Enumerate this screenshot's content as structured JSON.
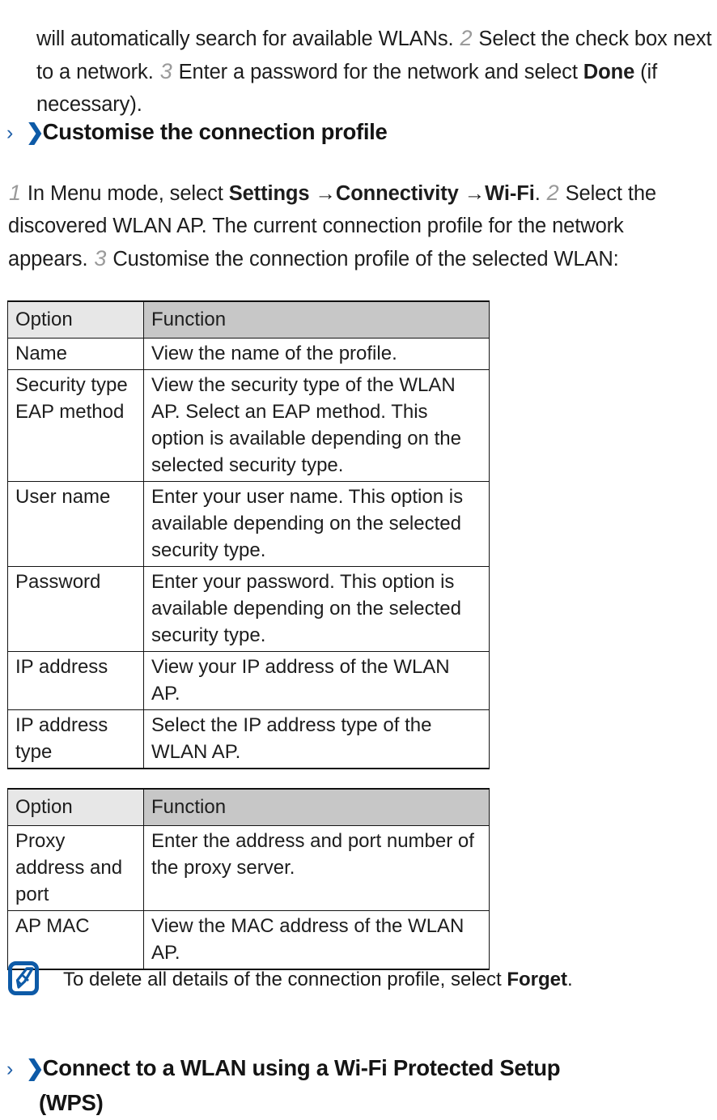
{
  "document": {
    "top_paragraph": {
      "line1_pre": "will automatically search for available WLANs. ",
      "step2": "2",
      "line1_post": " Select the check box next to a network. ",
      "step3": "3",
      "line2_post": " Enter a password for the network and select ",
      "bold_done": "Done",
      "tail": " (if necessary)."
    },
    "heading_customise": {
      "chevron_thin": "›",
      "chevron_bold": "❯",
      "text": "Customise the connection profile"
    },
    "steps_paragraph": {
      "step1": "1",
      "t1": " In Menu mode, select ",
      "b1": "Settings",
      "arrow1": " →",
      "b2": "Connectivity",
      "arrow2": " →",
      "b3": "Wi-Fi",
      "t2": ". ",
      "step2": "2",
      "t3": " Select the discovered WLAN AP. The current connection profile for the network appears. ",
      "step3": "3",
      "t4": " Customise the connection profile of the selected WLAN:"
    },
    "table_one": {
      "headers": [
        "Option",
        "Function"
      ],
      "rows": [
        {
          "option": "Name",
          "function": "View the name of the profile.",
          "option_align": "top"
        },
        {
          "option": "Security type EAP method",
          "function": "View the security type of the WLAN AP. Select an EAP method. This option is available depending on the selected security type.",
          "option_align": "top"
        },
        {
          "option": "User name",
          "function": "Enter your user name. This option is available depending on the selected security type.",
          "option_align": "middle"
        },
        {
          "option": "Password",
          "function": "Enter your password. This option is available depending on the selected security type.",
          "option_align": "middle"
        },
        {
          "option": "IP address",
          "function": "View your IP address of the WLAN AP.",
          "option_align": "middle"
        },
        {
          "option": "IP address type",
          "function": "Select the IP address type of the WLAN AP.",
          "option_align": "top"
        }
      ]
    },
    "table_two": {
      "headers": [
        "Option",
        "Function"
      ],
      "rows": [
        {
          "option": "Proxy address and port",
          "function": "Enter the address and port number of the proxy server.",
          "option_align": "top"
        },
        {
          "option": "AP MAC",
          "function": "View the MAC address of the WLAN AP.",
          "option_align": "middle"
        }
      ]
    },
    "note": {
      "icon": "note-pen-icon",
      "text_pre": "To delete all details of the connection profile, select ",
      "bold_term": "Forget",
      "text_post": "."
    },
    "heading_wps": {
      "chevron_thin": "›",
      "chevron_bold": "❯",
      "line1": "Connect to a WLAN using a Wi-Fi Protected Setup",
      "line2": "(WPS)"
    }
  },
  "colors": {
    "accent_blue": "#0d5aa7",
    "chevron_thin_blue": "#1f5fa8",
    "header_option_bg": "#e7e7e7",
    "header_function_bg": "#c7c7c7",
    "text": "#1d1d1d",
    "step_number": "#9a9a9a"
  }
}
